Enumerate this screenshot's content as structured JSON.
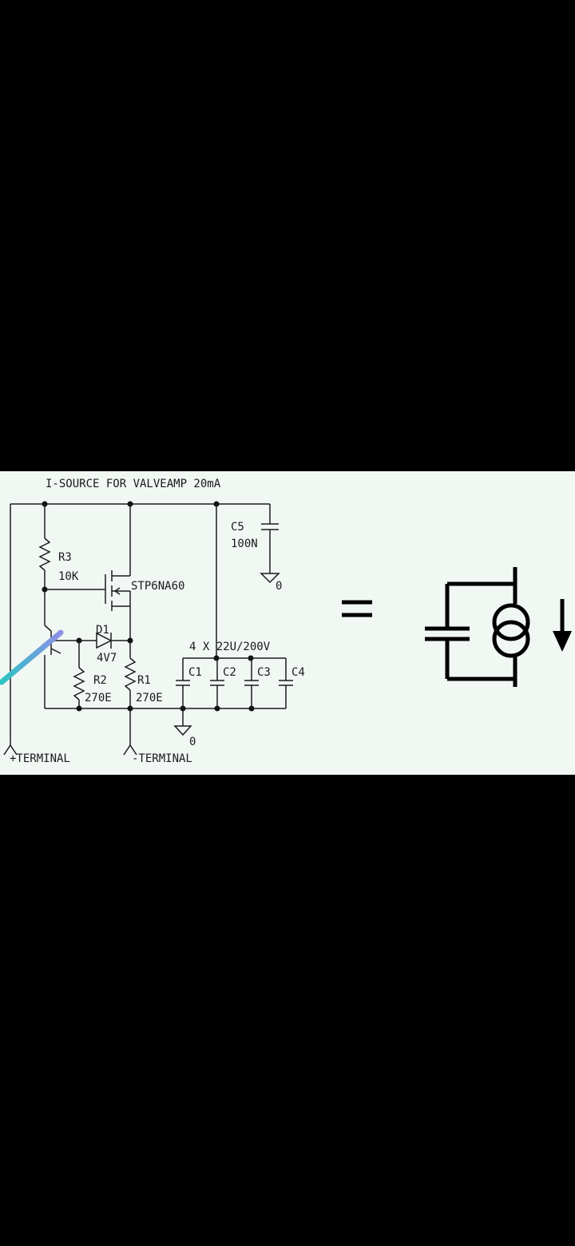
{
  "schematic": {
    "title": "I-SOURCE FOR VALVEAMP 20mA",
    "components": {
      "r3": {
        "ref": "R3",
        "value": "10K"
      },
      "mosfet": {
        "part": "STP6NA60"
      },
      "d1": {
        "ref": "D1",
        "value": "4V7"
      },
      "r2": {
        "ref": "R2",
        "value": "270E"
      },
      "r1": {
        "ref": "R1",
        "value": "270E"
      },
      "c5": {
        "ref": "C5",
        "value": "100N"
      },
      "cap_bank": {
        "label": "4 X 22U/200V",
        "caps": [
          "C1",
          "C2",
          "C3",
          "C4"
        ]
      }
    },
    "ground_labels": {
      "c5_ground": "0",
      "bank_ground": "0"
    },
    "terminals": {
      "positive": "+TERMINAL",
      "negative": "-TERMINAL"
    }
  },
  "equivalent": {
    "equals": "="
  },
  "colors": {
    "background": "#f1f7f3",
    "wire": "#1c1c1c",
    "viewer": "#000000",
    "highlight_stroke": [
      "#2bc4c4",
      "#8f8fe8"
    ]
  },
  "icons": {
    "equivalent_current_source": "current-source-icon",
    "current_direction": "down-arrow-icon"
  }
}
